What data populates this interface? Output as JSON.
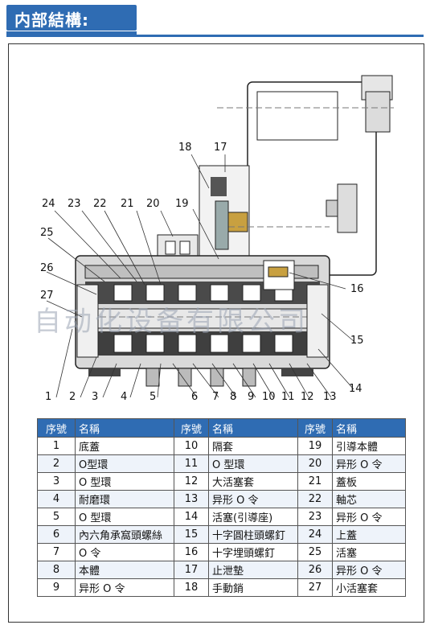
{
  "header": {
    "title": "内部結構:"
  },
  "watermark": "自动化设备有限公司",
  "callouts": [
    "1",
    "2",
    "3",
    "4",
    "5",
    "6",
    "7",
    "8",
    "9",
    "10",
    "11",
    "12",
    "13",
    "14",
    "15",
    "16",
    "17",
    "18",
    "19",
    "20",
    "21",
    "22",
    "23",
    "24",
    "25",
    "26",
    "27"
  ],
  "table": {
    "headers": [
      "序號",
      "名稱",
      "序號",
      "名稱",
      "序號",
      "名稱"
    ],
    "rows": [
      [
        "1",
        "底蓋",
        "10",
        "隔套",
        "19",
        "引導本體"
      ],
      [
        "2",
        "O型環",
        "11",
        "O 型環",
        "20",
        "异形 O 令"
      ],
      [
        "3",
        "O 型環",
        "12",
        "大活塞套",
        "21",
        "蓋板"
      ],
      [
        "4",
        "耐磨環",
        "13",
        "异形 O 令",
        "22",
        "軸芯"
      ],
      [
        "5",
        "O 型環",
        "14",
        "活塞(引導座)",
        "23",
        "异形 O 令"
      ],
      [
        "6",
        "內六角承窩頭螺絲",
        "15",
        "十字圓柱頭螺釘",
        "24",
        "上蓋"
      ],
      [
        "7",
        "O 令",
        "16",
        "十字埋頭螺釘",
        "25",
        "活塞"
      ],
      [
        "8",
        "本體",
        "17",
        "止泄墊",
        "26",
        "异形 O 令"
      ],
      [
        "9",
        "异形 O 令",
        "18",
        "手動銷",
        "27",
        "小活塞套"
      ]
    ]
  }
}
